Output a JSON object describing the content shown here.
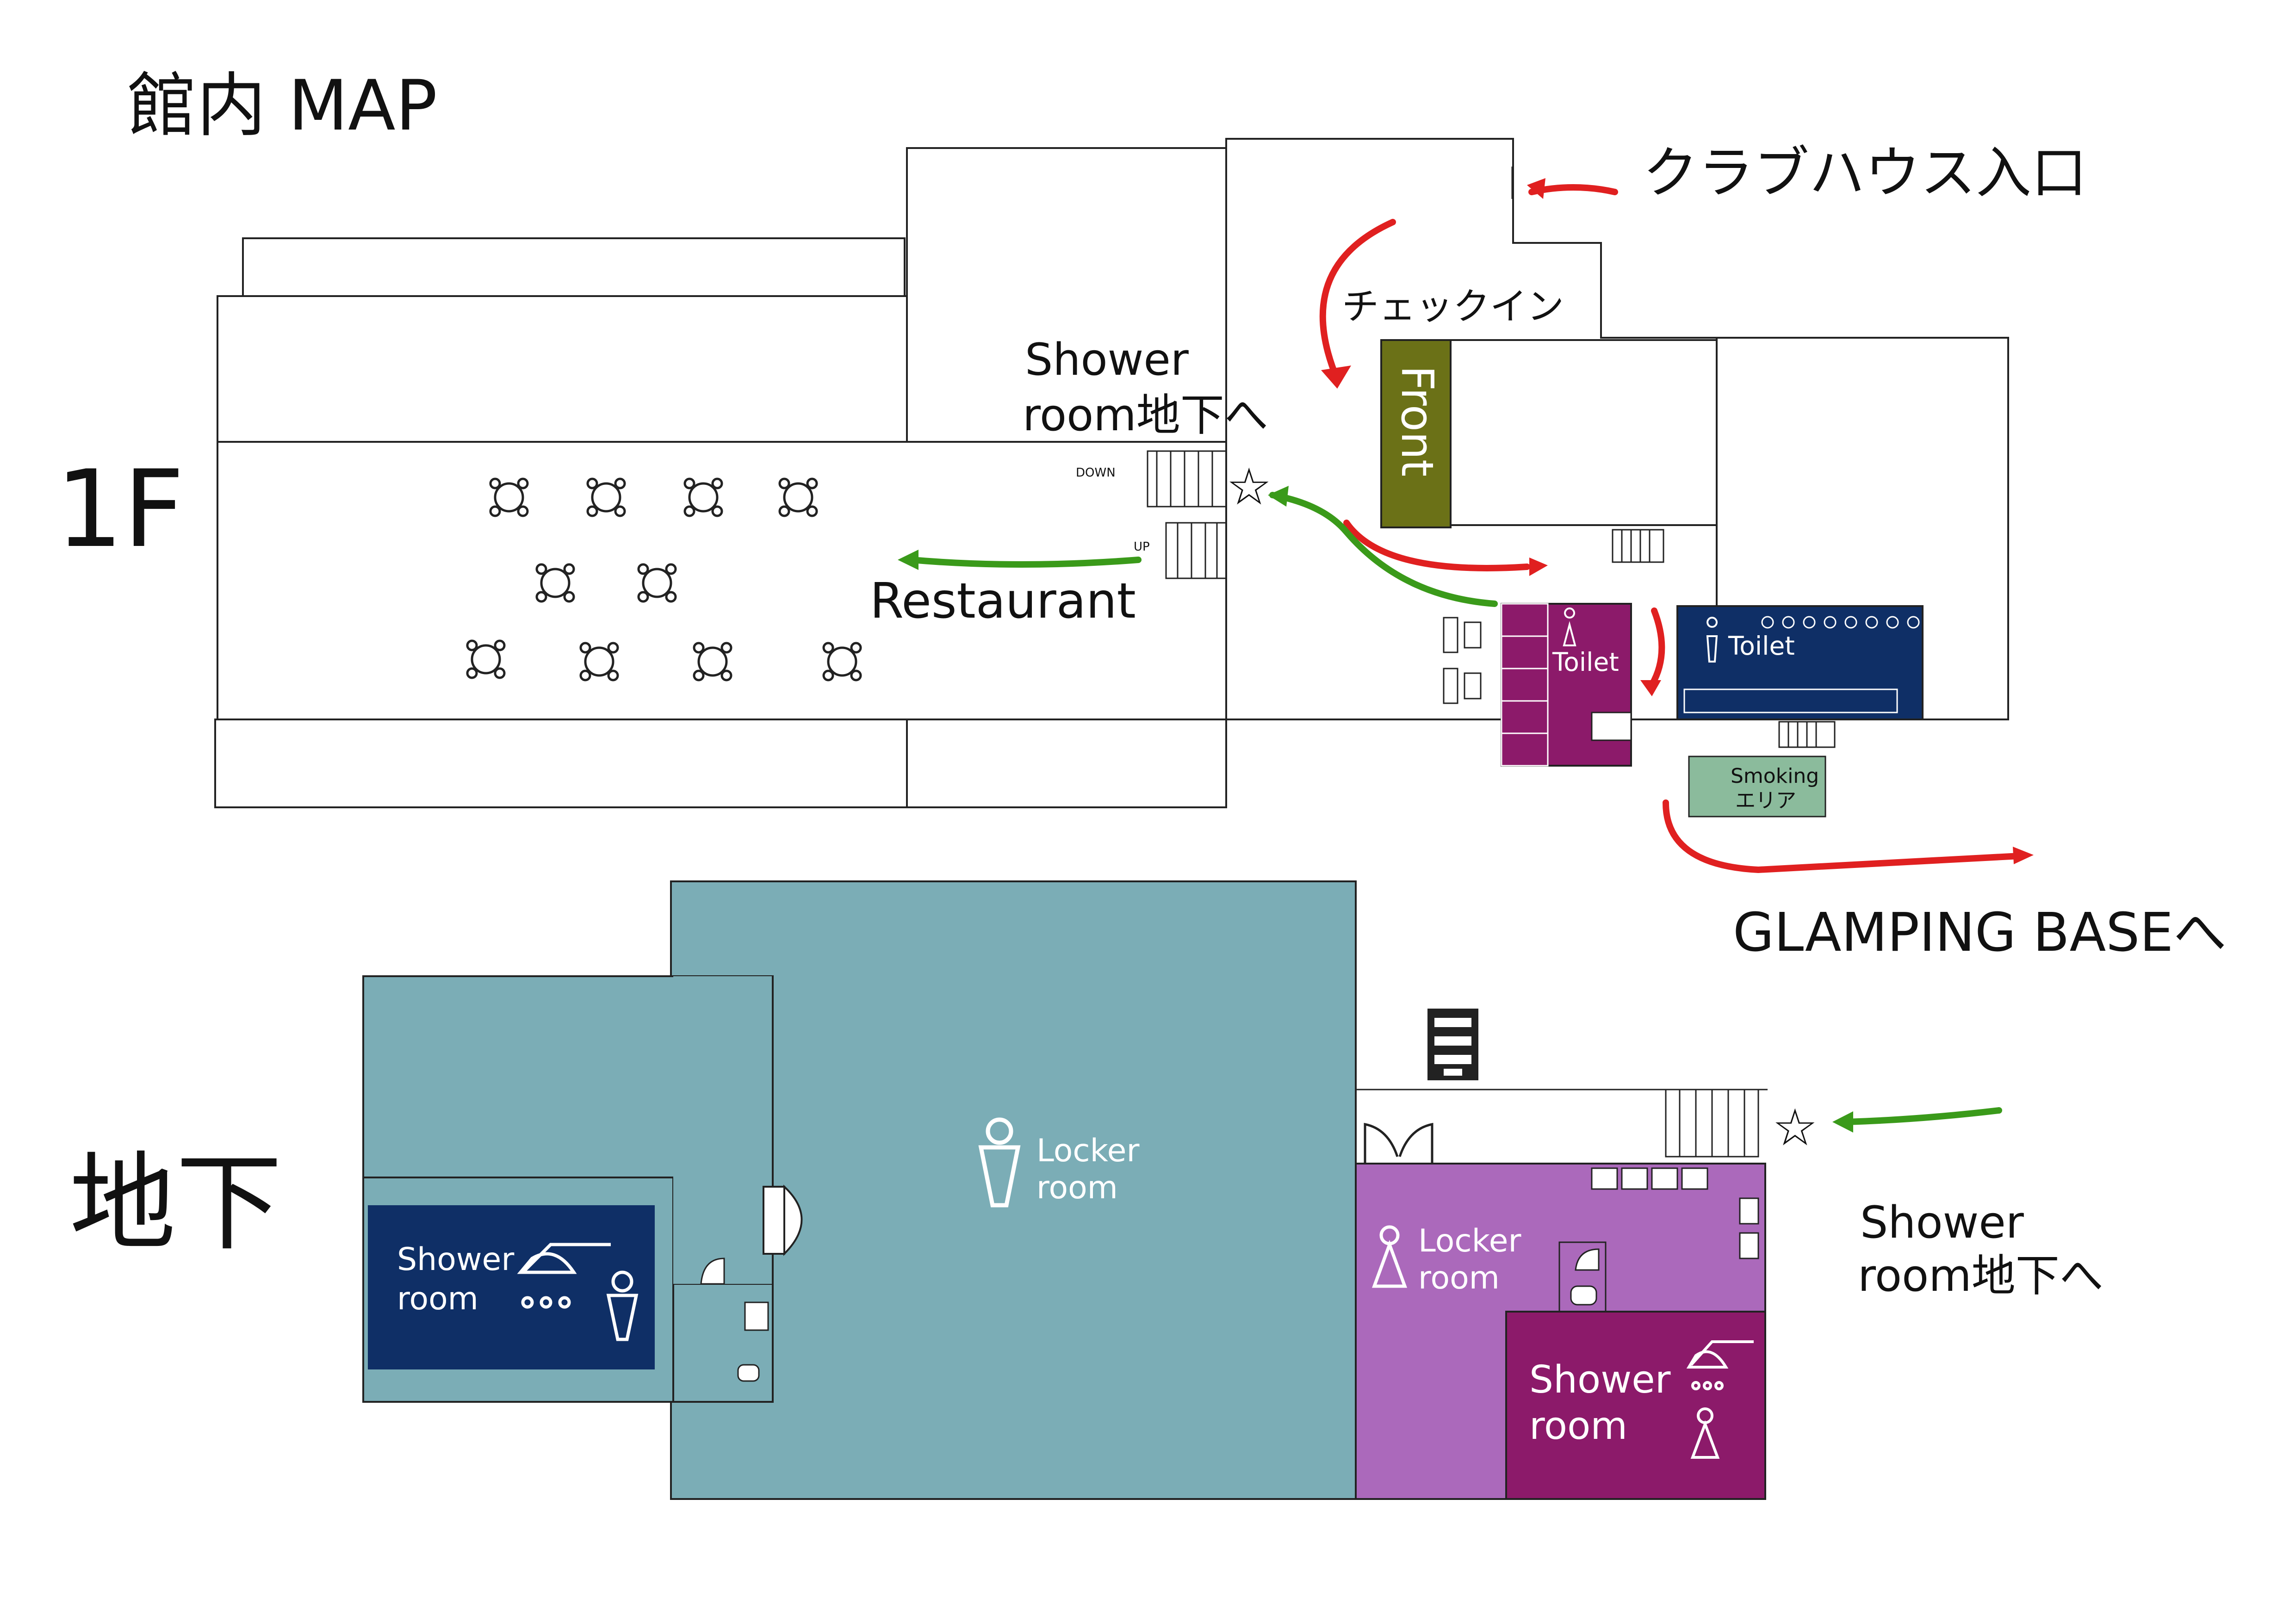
{
  "title": "館内 MAP",
  "floors": {
    "first": "1F",
    "basement": "地下"
  },
  "first_floor": {
    "entrance_label": "クラブハウス入口",
    "checkin_label": "チェックイン",
    "front_label": "Front",
    "shower_down_label_line1": "Shower",
    "shower_down_label_line2": "room地下へ",
    "stairs_down": "DOWN",
    "stairs_up": "UP",
    "restaurant_label": "Restaurant",
    "toilet_women": "Toilet",
    "toilet_men": "Toilet",
    "smoking_line1": "Smoking",
    "smoking_line2": "エリア",
    "glamping_label": "GLAMPING BASEへ"
  },
  "basement": {
    "locker_men_line1": "Locker",
    "locker_men_line2": "room",
    "shower_men_line1": "Shower",
    "shower_men_line2": "room",
    "locker_women_line1": "Locker",
    "locker_women_line2": "room",
    "shower_women_line1": "Shower",
    "shower_women_line2": "room",
    "shower_down_label_line1": "Shower",
    "shower_down_label_line2": "room地下へ"
  },
  "colors": {
    "front": "#6b7117",
    "women": "#8c1a6a",
    "men": "#0f2f66",
    "smoking": "#8bbb9c",
    "basement_men": "#7badb6",
    "basement_women": "#ab69bb",
    "arrow_red": "#e02020",
    "arrow_green": "#3a9a1a"
  },
  "icons": [
    "table-icon",
    "stairs-icon",
    "star-icon",
    "toilet-icon",
    "shower-icon",
    "vending-machine-icon",
    "door-icon",
    "person-icon"
  ]
}
